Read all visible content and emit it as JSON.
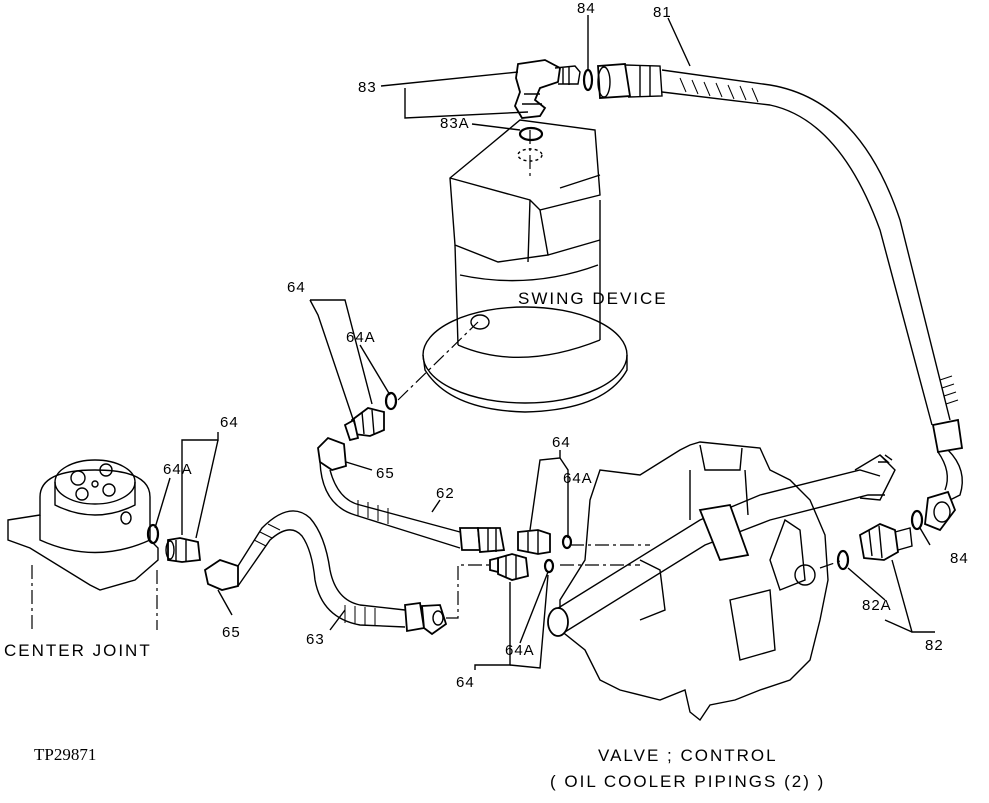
{
  "labels": {
    "swing_device": "SWING DEVICE",
    "center_joint": "CENTER JOINT",
    "valve_line1": "VALVE ; CONTROL",
    "valve_line2": "( OIL COOLER PIPINGS (2) )",
    "figure_code": "TP29871"
  },
  "callouts": {
    "c84_top": "84",
    "c81": "81",
    "c83": "83",
    "c83a": "83A",
    "c64_swing": "64",
    "c64a_swing": "64A",
    "c65_swing": "65",
    "c62": "62",
    "c64_cj": "64",
    "c64a_cj": "64A",
    "c65_cj": "65",
    "c63": "63",
    "c64_valve_top": "64",
    "c64a_valve_top": "64A",
    "c64a_valve_bot": "64A",
    "c64_valve_bot": "64",
    "c84_right": "84",
    "c82a": "82A",
    "c82": "82"
  }
}
